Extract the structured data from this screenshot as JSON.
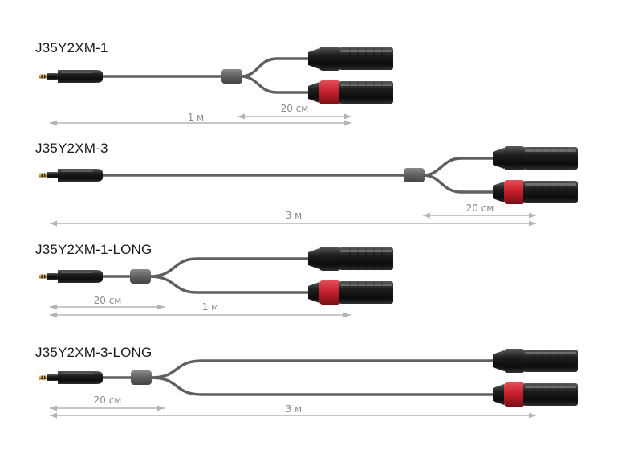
{
  "colors": {
    "cable": "#5f5f5f",
    "connector_body": "#1c1c1c",
    "red_ring": "#c8202c",
    "gold_tip": "#c9a24a",
    "dimension": "#b4b4b4",
    "dimension_text": "#8a8a8a"
  },
  "diagrams": [
    {
      "model": "J35Y2XM-1",
      "dimensions": [
        {
          "label": "20 см"
        },
        {
          "label": "1 м"
        }
      ]
    },
    {
      "model": "J35Y2XM-3",
      "dimensions": [
        {
          "label": "3 м"
        },
        {
          "label": "20 см"
        }
      ]
    },
    {
      "model": "J35Y2XM-1-LONG",
      "dimensions": [
        {
          "label": "20 см"
        },
        {
          "label": "1 м"
        }
      ]
    },
    {
      "model": "J35Y2XM-3-LONG",
      "dimensions": [
        {
          "label": "20 см"
        },
        {
          "label": "3 м"
        }
      ]
    }
  ]
}
